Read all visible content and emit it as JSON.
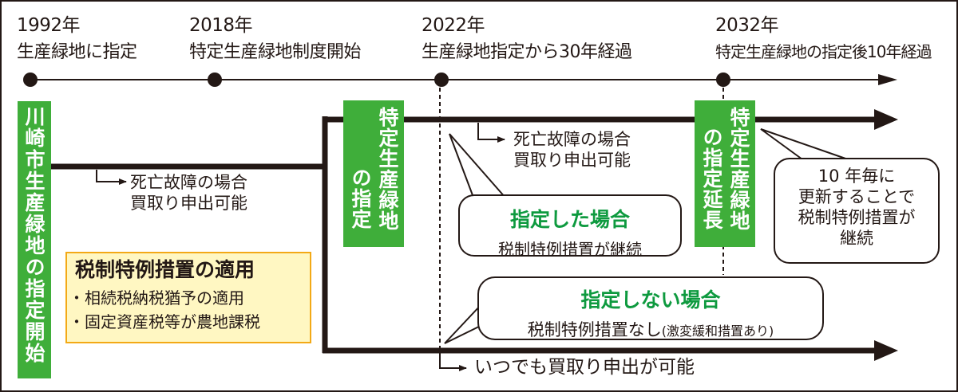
{
  "timeline": {
    "events": [
      {
        "year": "1992年",
        "label": "生産緑地に指定"
      },
      {
        "year": "2018年",
        "label": "特定生産緑地制度開始"
      },
      {
        "year": "2022年",
        "label": "生産緑地指定から30年経過"
      },
      {
        "year": "2032年",
        "label": "特定生産緑地の指定後10年経過"
      }
    ]
  },
  "green_boxes": {
    "start": {
      "lines": [
        "川崎市生産緑地の指定開始"
      ]
    },
    "designation": {
      "lines": [
        "特定生産緑地",
        "の指定"
      ]
    },
    "extension": {
      "lines": [
        "特定生産緑地",
        "の指定延長"
      ]
    }
  },
  "notes": {
    "death_disability_1": {
      "line1": "死亡故障の場合",
      "line2": "買取り申出可能"
    },
    "death_disability_2": {
      "line1": "死亡故障の場合",
      "line2": "買取り申出可能"
    },
    "anytime": "いつでも買取り申出が可能"
  },
  "tax_box": {
    "title": "税制特例措置の適用",
    "items": [
      "・相続税納税猶予の適用",
      "・固定資産税等が農地課税"
    ]
  },
  "bubbles": {
    "designated": {
      "title": "指定した場合",
      "text": "税制特例措置が継続"
    },
    "not_designated": {
      "title": "指定しない場合",
      "text": "税制特例措置なし",
      "note": "(激変緩和措置あり)"
    },
    "renewal": {
      "lines": [
        "10 年毎に",
        "更新することで",
        "税制特例措置が",
        "継続"
      ]
    }
  },
  "colors": {
    "green_box": "#3fae3a",
    "green_text": "#0e9a3f",
    "yellow_fill": "#fff7c2",
    "yellow_border": "#f3a916",
    "line": "#231815"
  }
}
